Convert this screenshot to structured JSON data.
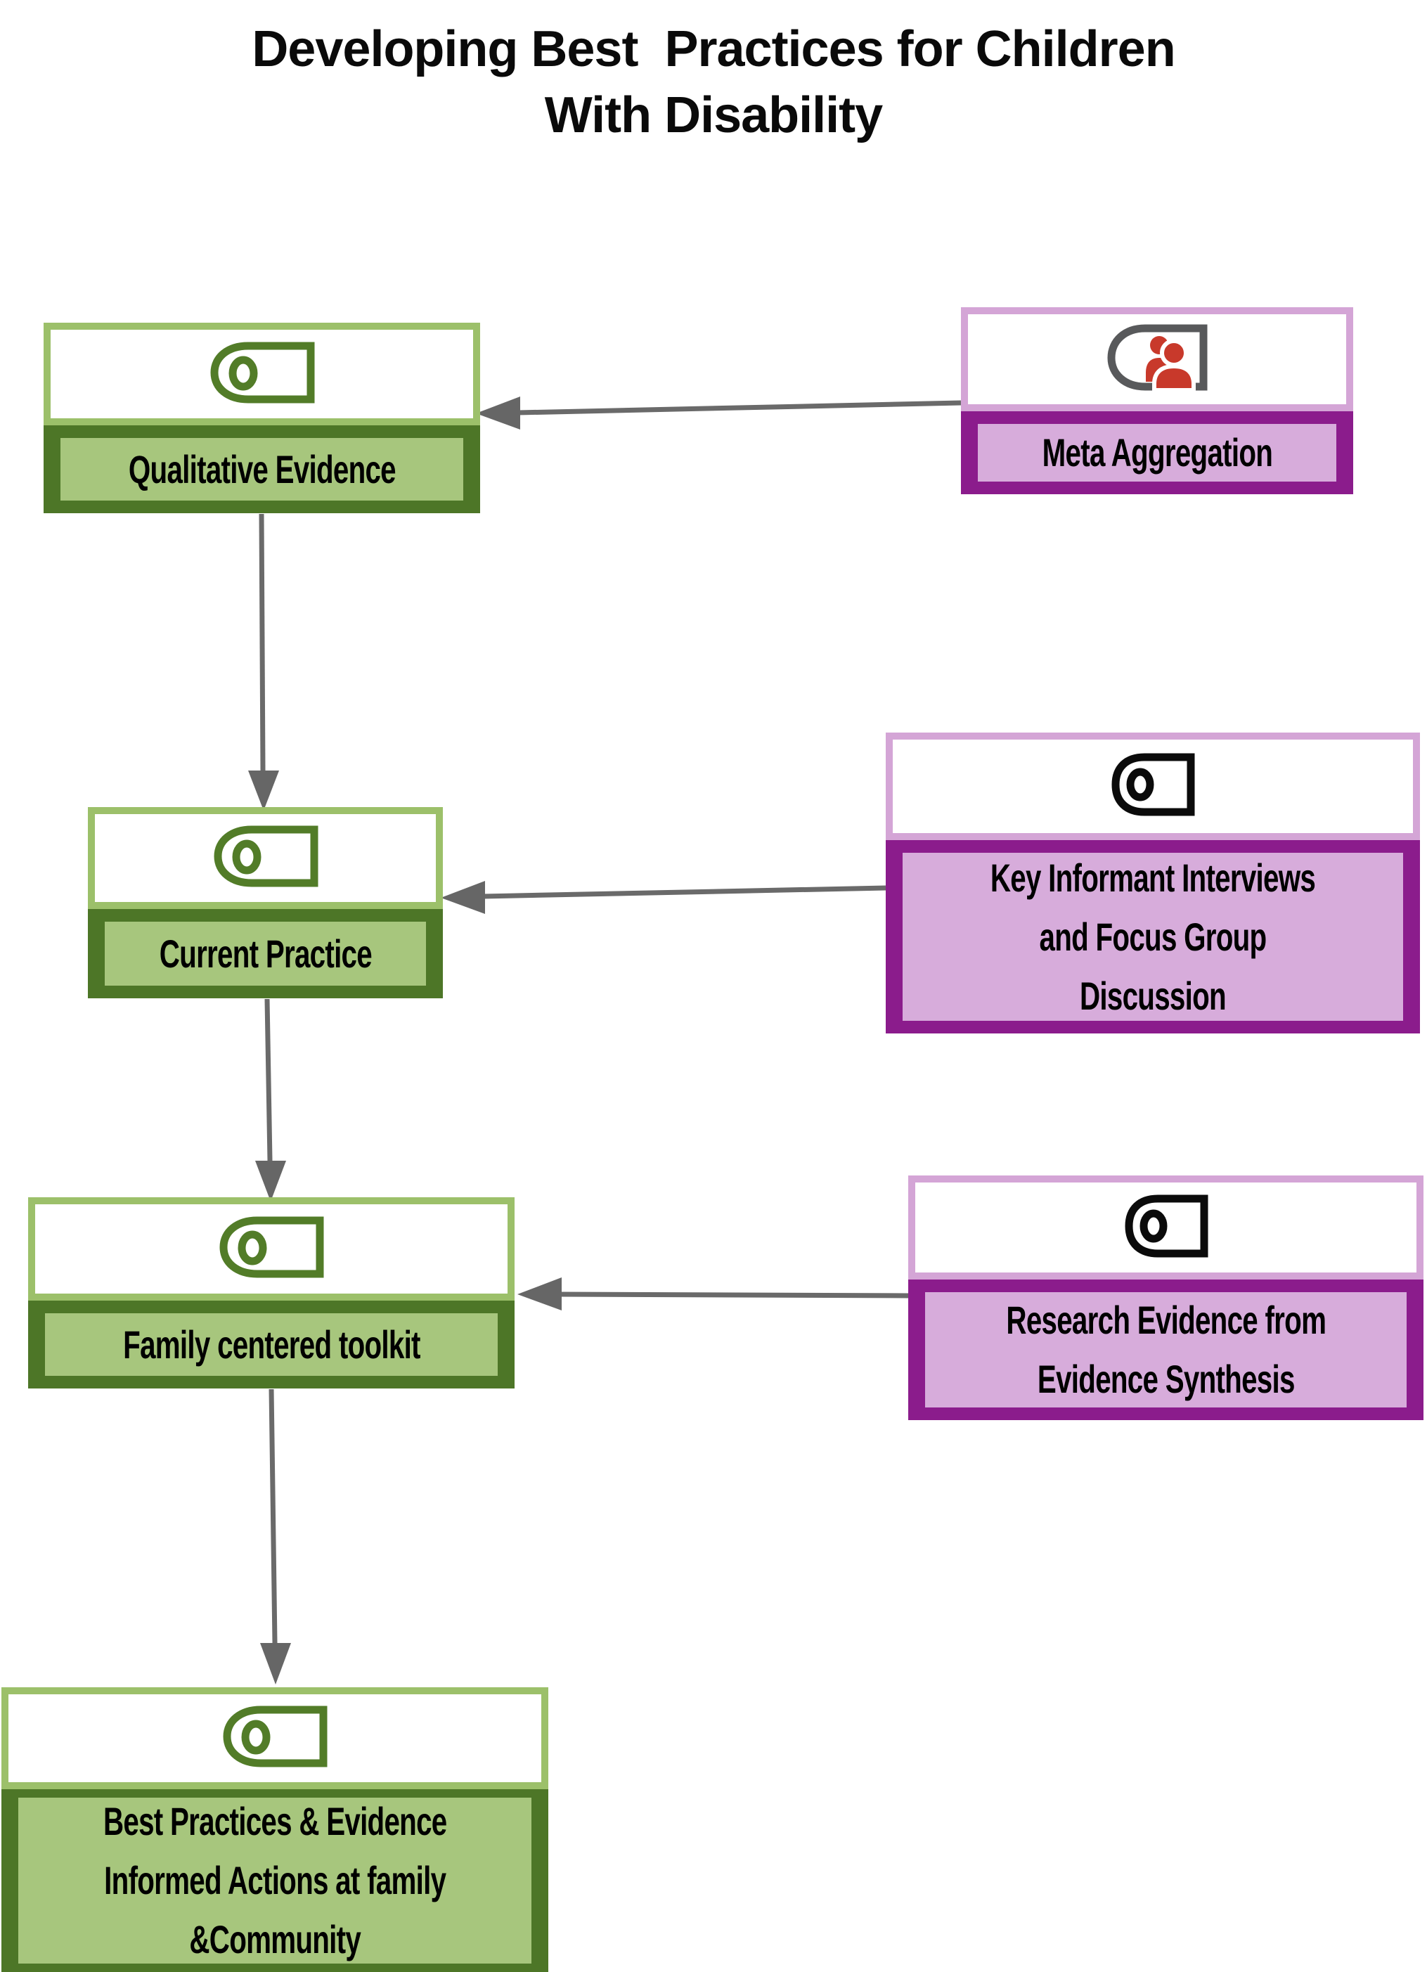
{
  "title": "Developing Best  Practices for Children\nWith Disability",
  "nodes": {
    "qualitative_evidence": {
      "label": "Qualitative Evidence",
      "icon": "tag-icon",
      "role": "process-step"
    },
    "meta_aggregation": {
      "label": "Meta Aggregation",
      "icon": "people-tag-icon",
      "role": "input-method"
    },
    "current_practice": {
      "label": "Current Practice",
      "icon": "tag-icon",
      "role": "process-step"
    },
    "key_informant": {
      "label": "Key Informant Interviews\nand Focus Group\nDiscussion",
      "icon": "tag-icon",
      "role": "input-method"
    },
    "family_toolkit": {
      "label": "Family centered toolkit",
      "icon": "tag-icon",
      "role": "process-step"
    },
    "research_evidence": {
      "label": "Research Evidence from\nEvidence Synthesis",
      "icon": "tag-icon",
      "role": "input-method"
    },
    "best_practices": {
      "label": "Best Practices & Evidence\nInformed Actions at family\n&Community",
      "icon": "tag-icon",
      "role": "outcome"
    }
  },
  "edges": [
    {
      "from": "meta_aggregation",
      "to": "qualitative_evidence",
      "direction": "left"
    },
    {
      "from": "qualitative_evidence",
      "to": "current_practice",
      "direction": "down"
    },
    {
      "from": "key_informant",
      "to": "current_practice",
      "direction": "left"
    },
    {
      "from": "current_practice",
      "to": "family_toolkit",
      "direction": "down"
    },
    {
      "from": "research_evidence",
      "to": "family_toolkit",
      "direction": "left"
    },
    {
      "from": "family_toolkit",
      "to": "best_practices",
      "direction": "down"
    }
  ],
  "colors": {
    "green_border": "#9cc06a",
    "green_band": "#4d7627",
    "green_fill": "#a7c67d",
    "purple_border": "#d4a5d6",
    "purple_band": "#8b1c8c",
    "purple_fill": "#d7acdb",
    "arrow_gray": "#6a6a6a",
    "icon_green": "#527c28",
    "icon_black": "#0b0b0b",
    "icon_gray": "#58595b",
    "person_red": "#c8392b",
    "text": "#000000"
  }
}
